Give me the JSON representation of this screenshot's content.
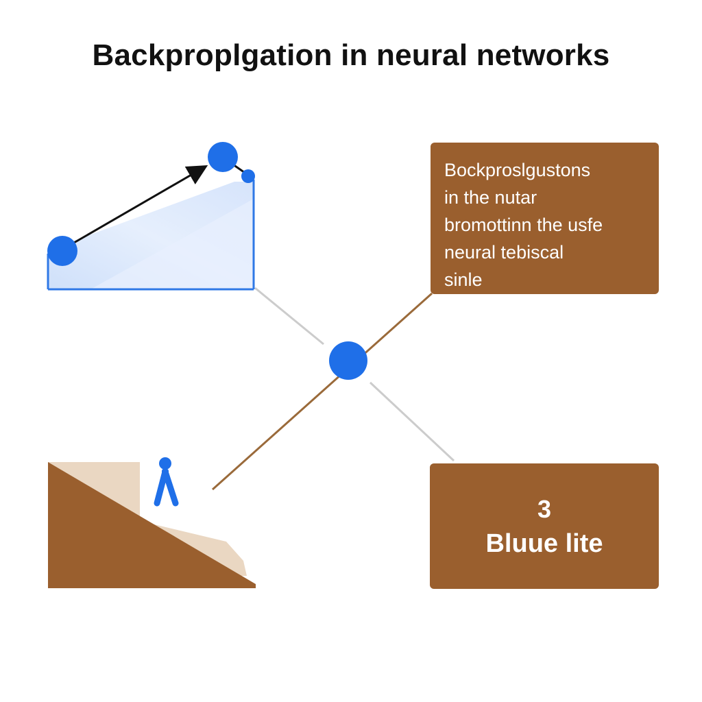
{
  "title": "Backproplgation in neural networks",
  "top_box": {
    "lines": [
      "Bockproslgustons",
      "in the  nutar",
      "bromottinn the usfe",
      "neural tebiscal",
      "sinle"
    ]
  },
  "bottom_box": {
    "number": "3",
    "label": "Bluue lite"
  },
  "colors": {
    "node_blue": "#1f6fe8",
    "panel_blue": "#dbe8fb",
    "box_brown": "#9a5f2e",
    "slope_brown": "#9a5f2e",
    "slope_beige": "#ead7c2",
    "connector_gray": "#cccccc",
    "connector_brown": "#9a6a3a",
    "arrow_black": "#111111"
  }
}
